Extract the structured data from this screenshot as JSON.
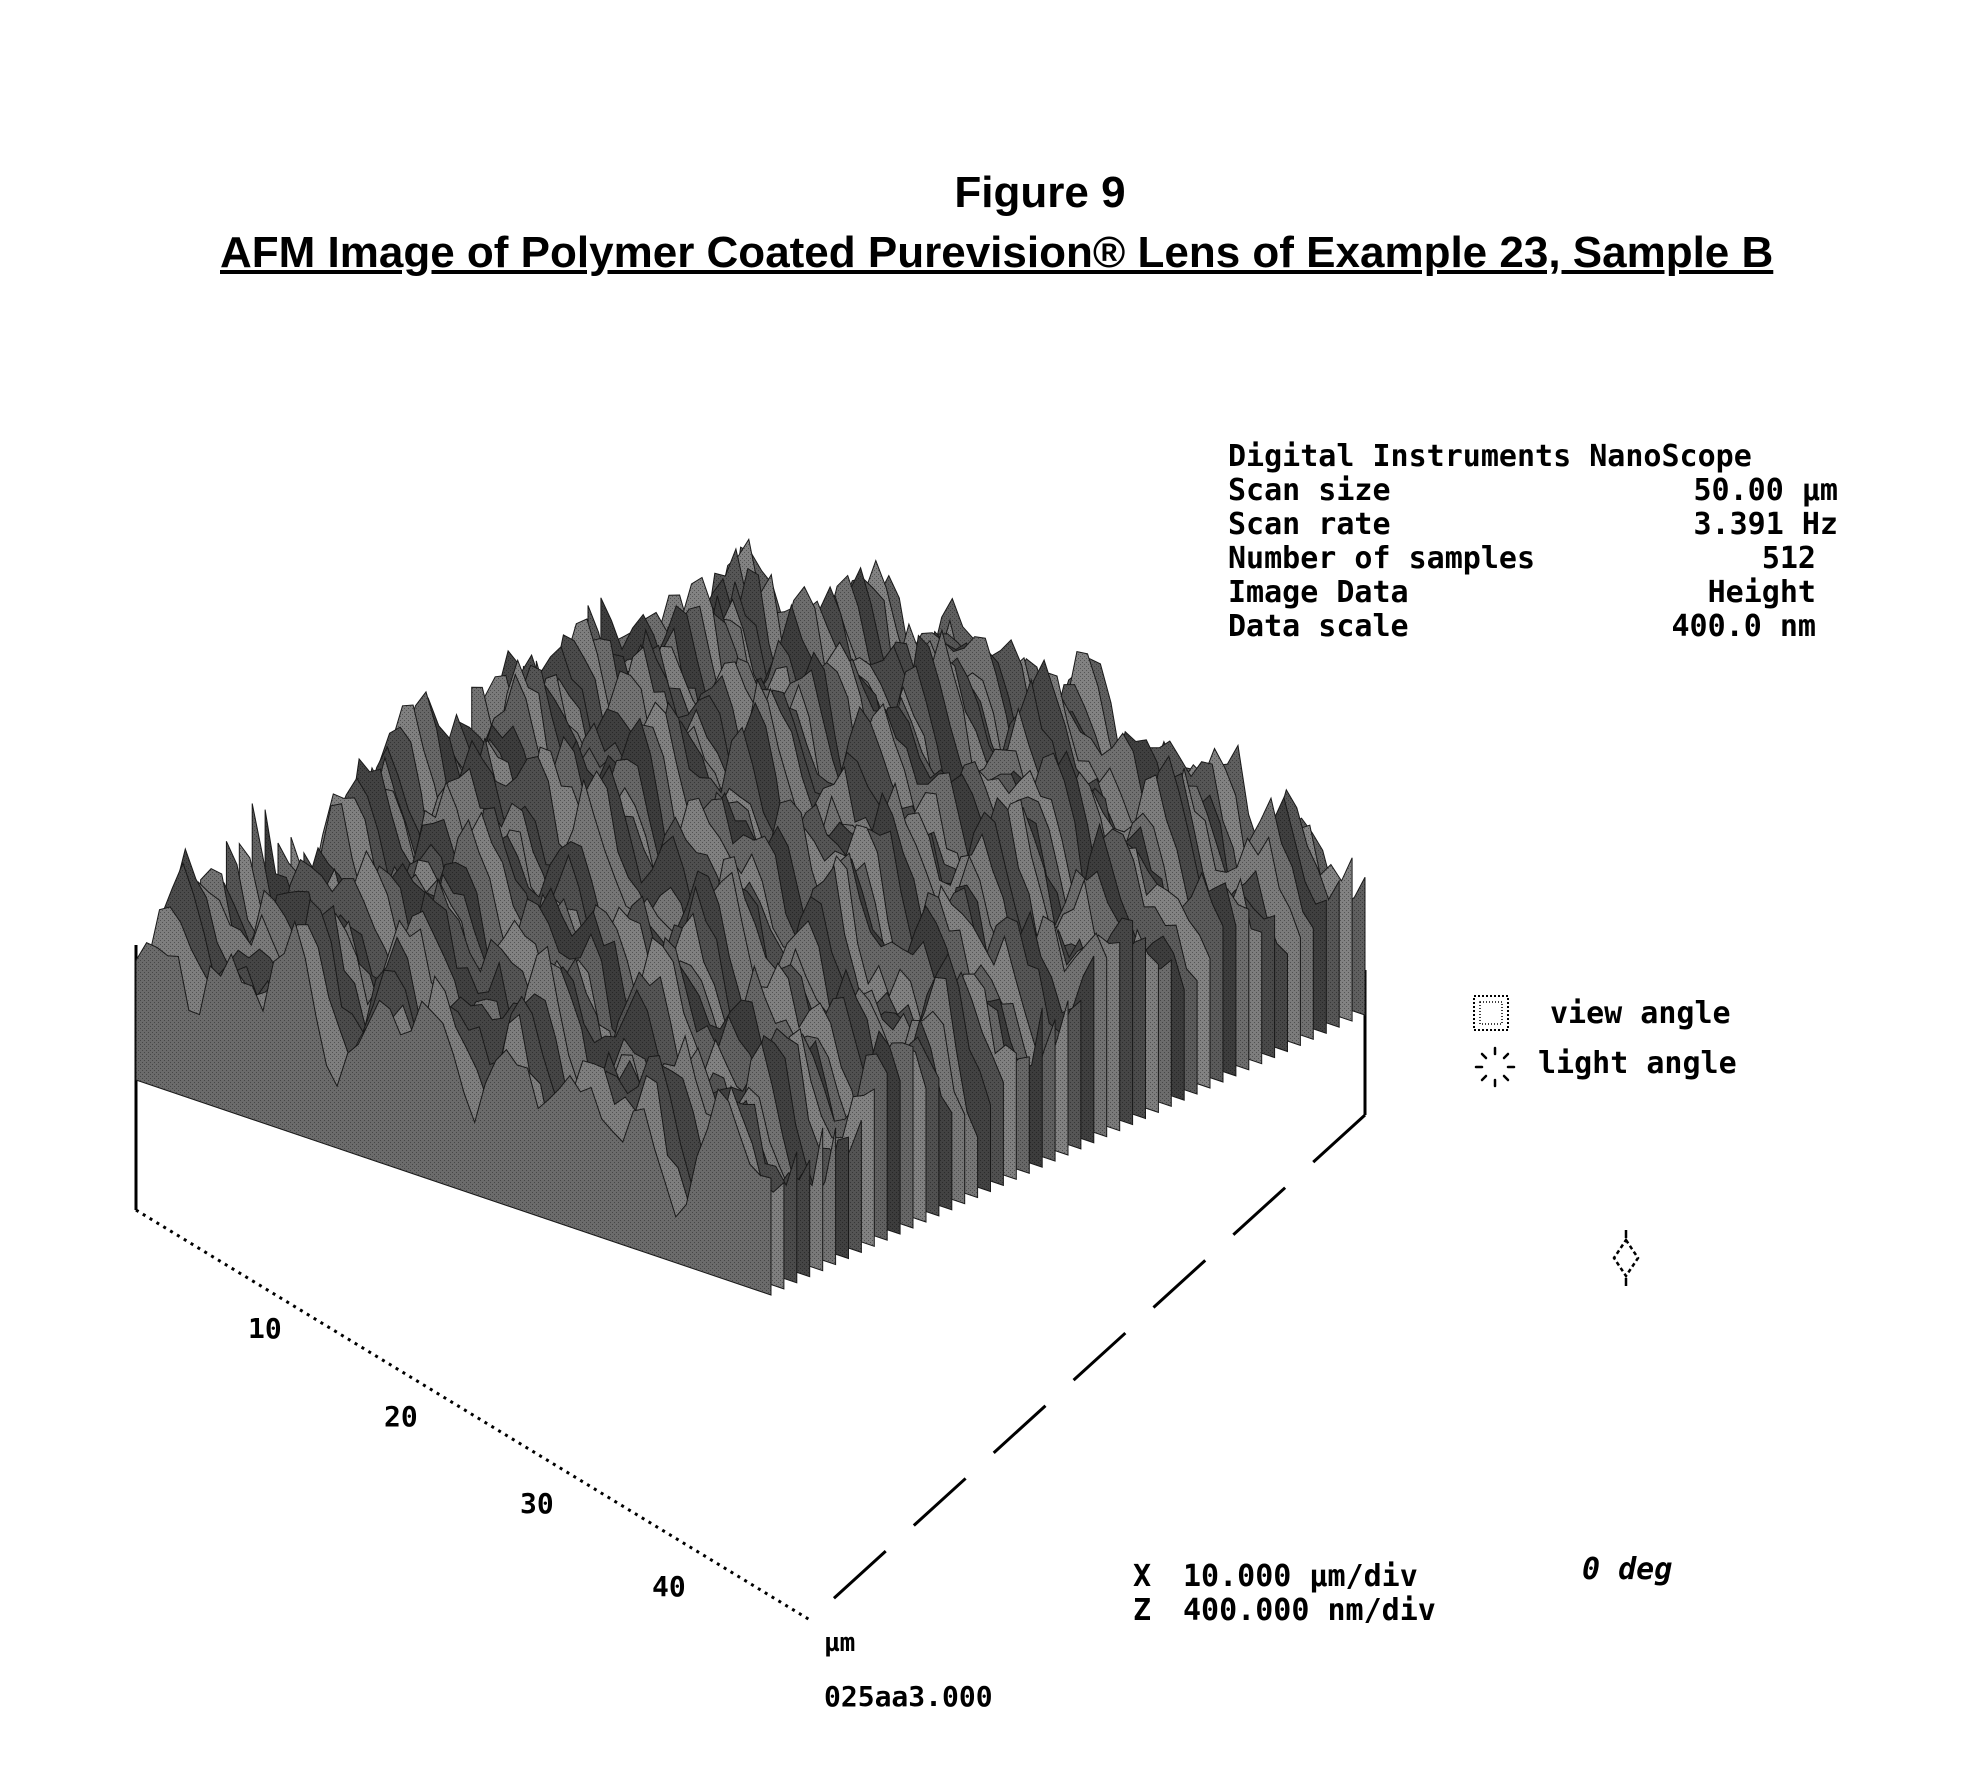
{
  "figure": {
    "label": "Figure 9",
    "title": "AFM Image of Polymer Coated Purevision® Lens of Example 23, Sample B"
  },
  "instrument": {
    "header": "Digital Instruments NanoScope",
    "params": [
      {
        "key": "Scan size",
        "value": "50.00 µm"
      },
      {
        "key": "Scan rate",
        "value": "3.391 Hz"
      },
      {
        "key": "Number of samples",
        "value": "512"
      },
      {
        "key": "Image Data",
        "value": "Height"
      },
      {
        "key": "Data scale",
        "value": "400.0 nm"
      }
    ]
  },
  "legend": {
    "view_angle": "view angle",
    "light_angle": "light angle",
    "view_icon": "view-angle-icon",
    "light_icon": "light-angle-icon"
  },
  "rotation": "0 deg",
  "axis": {
    "ticks": [
      "10",
      "20",
      "30",
      "40"
    ],
    "unit": "µm"
  },
  "scale": {
    "x_axis": "X",
    "x_value": "10.000 µm/div",
    "z_axis": "Z",
    "z_value": "400.000 nm/div"
  },
  "filename": "025aa3.000"
}
